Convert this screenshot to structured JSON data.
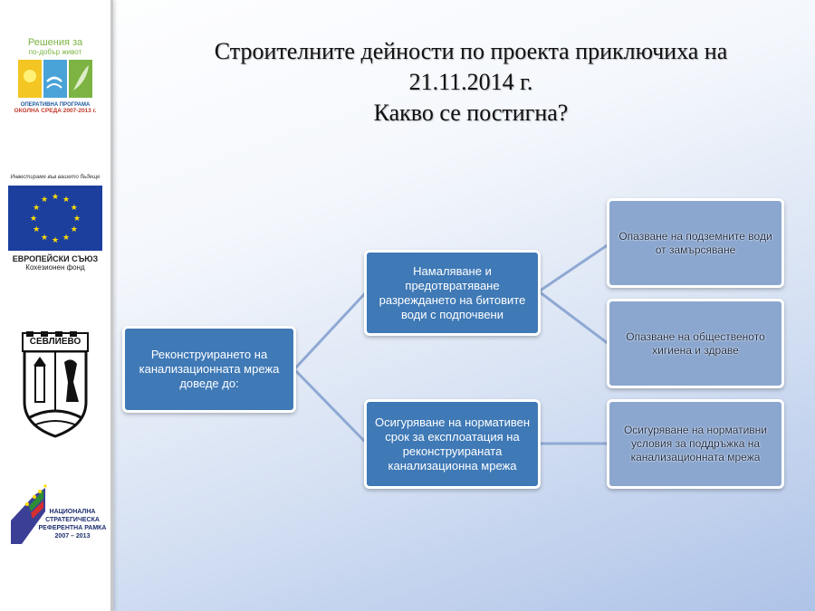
{
  "slide": {
    "title_lines": [
      "Строителните дейности по проекта приключиха на",
      "21.11.2014 г.",
      "Какво се постигна?"
    ]
  },
  "sidebar": {
    "op_logo": {
      "line1": "Решения за",
      "line2": "по-добър живот",
      "line3": "ОПЕРАТИВНА ПРОГРАМА",
      "line4": "ОКОЛНА СРЕДА 2007-2013 г."
    },
    "eu_logo": {
      "slogan": "Инвестираме във вашето бъдеще",
      "name": "ЕВРОПЕЙСКИ СЪЮЗ",
      "fund": "Кохезионен фонд"
    },
    "municipality_logo": {
      "name": "СЕВЛИЕВО"
    },
    "nsrf_logo": {
      "line1": "НАЦИОНАЛНА",
      "line2": "СТРАТЕГИЧЕСКА",
      "line3": "РЕФЕРЕНТНА РАМКА",
      "line4": "2007 – 2013"
    }
  },
  "diagram": {
    "root": "Реконструирането на канализационната мрежа доведе до:",
    "branches": [
      {
        "text": "Намаляване и предотвратяване разреждането на битовите води с подпочвени",
        "children": [
          "Опазване на подземните води от замърсяване",
          "Опазване на общественото хигиена и здраве"
        ]
      },
      {
        "text": "Осигуряване на нормативен срок за експлоатация на реконструираната канализационна мрежа",
        "children": [
          "Осигуряване на нормативни условия за поддръжка на канализационната мрежа"
        ]
      }
    ]
  },
  "colors": {
    "dark_box": "#3f79b6",
    "light_box": "#8ca7cf",
    "connector": "#8fa9d3"
  }
}
